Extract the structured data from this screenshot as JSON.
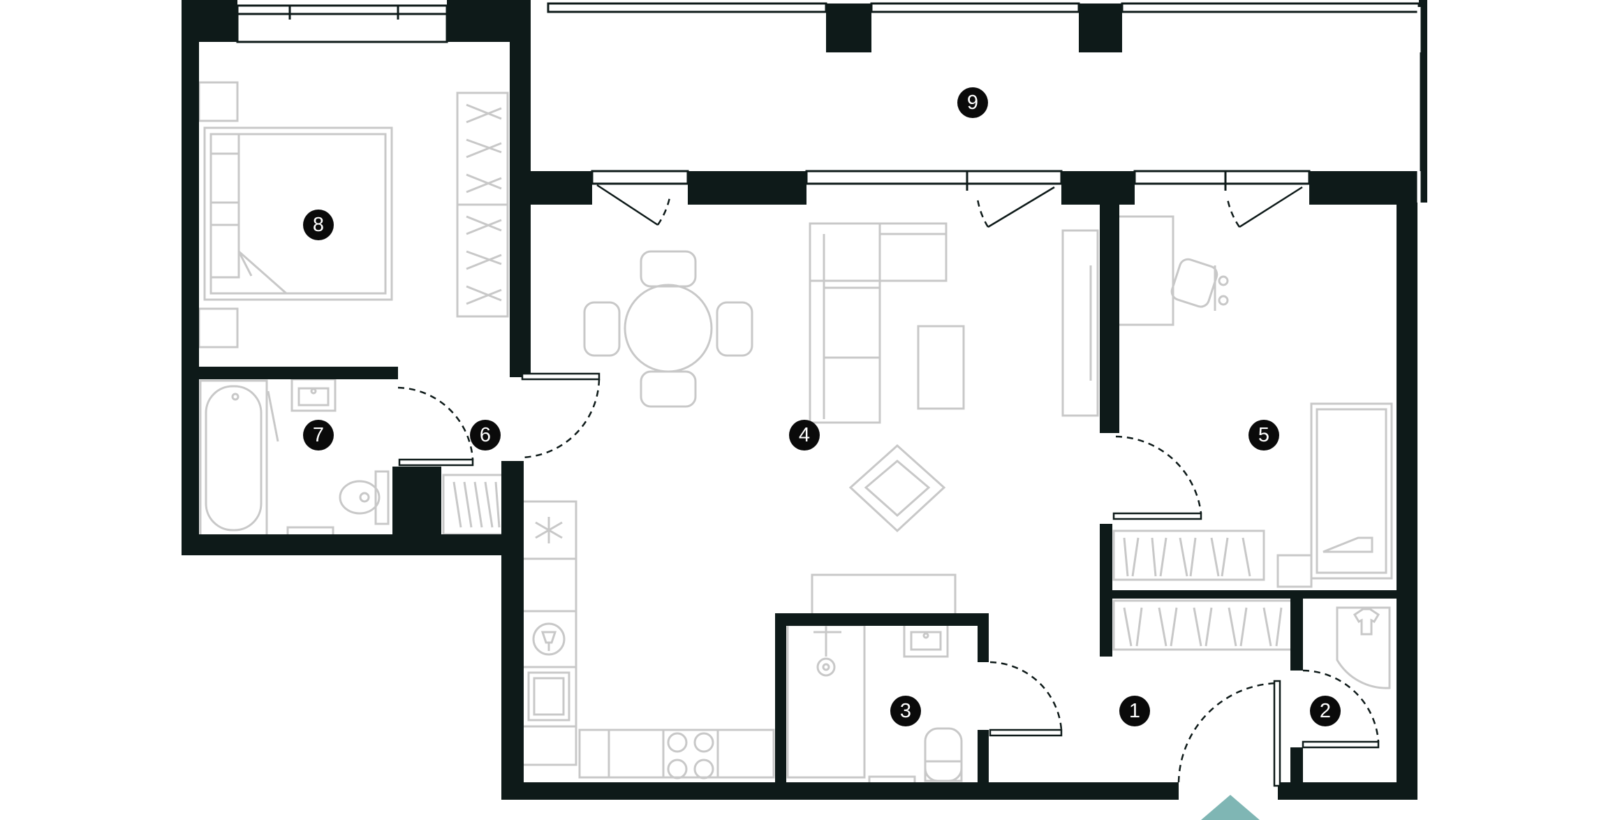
{
  "plan": {
    "rooms": [
      {
        "id": "entrance-hall",
        "label": "1"
      },
      {
        "id": "wardrobe",
        "label": "2"
      },
      {
        "id": "bathroom",
        "label": "3"
      },
      {
        "id": "living-kitchen",
        "label": "4"
      },
      {
        "id": "bedroom-small",
        "label": "5"
      },
      {
        "id": "corridor",
        "label": "6"
      },
      {
        "id": "bathroom-2",
        "label": "7"
      },
      {
        "id": "bedroom-main",
        "label": "8"
      },
      {
        "id": "balcony",
        "label": "9"
      }
    ],
    "colors": {
      "wall": "#0e1a19",
      "furniture": "#c8c8c8",
      "entrance_arrow": "#7fb6b4",
      "marker": "#0a0a0a"
    },
    "entrance_icon": "entrance-arrow-icon"
  }
}
